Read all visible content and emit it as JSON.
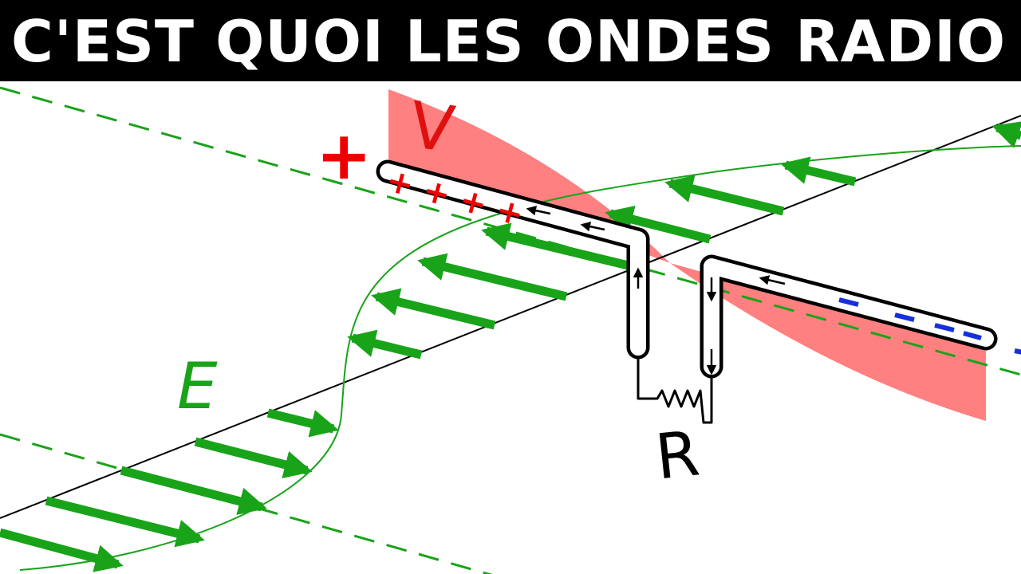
{
  "title": "C'EST QUOI LES ONDES RADIO ?",
  "labels": {
    "voltage": "V",
    "electric_field": "E",
    "resistor": "R",
    "plus": "+",
    "antenna_plus": "+ + + +"
  },
  "colors": {
    "title_bar": "#000000",
    "title_text": "#ffffff",
    "field_green": "#19a319",
    "voltage_fill": "#ff8080",
    "voltage_label": "#e01010",
    "positive_charge": "#ee0000",
    "negative_charge": "#1530e0",
    "wire": "#000000"
  },
  "icons": {
    "field_vector": "arrow-icon",
    "current_direction": "small-arrow-icon"
  }
}
